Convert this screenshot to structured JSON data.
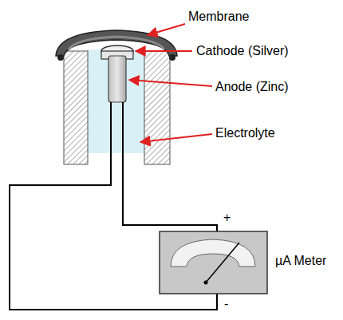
{
  "diagram": {
    "labels": [
      "Membrane",
      "Cathode (Silver)",
      "Anode (Zinc)",
      "Electrolyte",
      "+",
      "µA Meter",
      "-"
    ]
  }
}
